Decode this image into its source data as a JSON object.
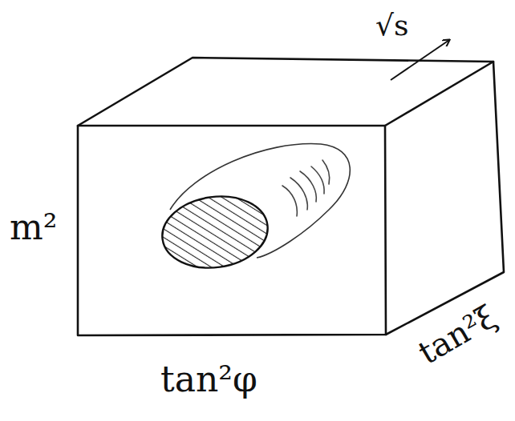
{
  "diagram": {
    "labels": [
      "√s",
      "m²",
      "tan²φ",
      "tan²ξ"
    ]
  }
}
